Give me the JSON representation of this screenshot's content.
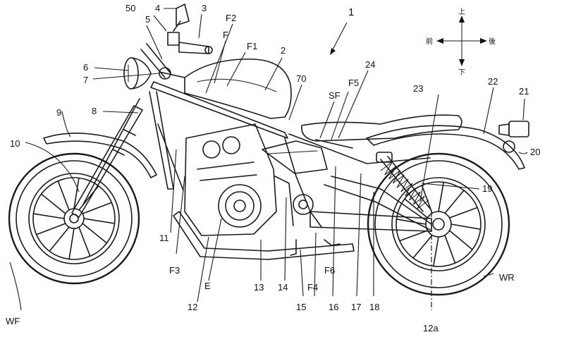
{
  "figure": {
    "compass": {
      "up": "上",
      "down": "下",
      "front": "前",
      "rear": "後"
    },
    "labels": [
      {
        "id": "lbl-1",
        "text": "1"
      },
      {
        "id": "lbl-2",
        "text": "2"
      },
      {
        "id": "lbl-3",
        "text": "3"
      },
      {
        "id": "lbl-4",
        "text": "4"
      },
      {
        "id": "lbl-5",
        "text": "5"
      },
      {
        "id": "lbl-6",
        "text": "6"
      },
      {
        "id": "lbl-7",
        "text": "7"
      },
      {
        "id": "lbl-8",
        "text": "8"
      },
      {
        "id": "lbl-9",
        "text": "9"
      },
      {
        "id": "lbl-10",
        "text": "10"
      },
      {
        "id": "lbl-11",
        "text": "11"
      },
      {
        "id": "lbl-12",
        "text": "12"
      },
      {
        "id": "lbl-12a",
        "text": "12a"
      },
      {
        "id": "lbl-13",
        "text": "13"
      },
      {
        "id": "lbl-14",
        "text": "14"
      },
      {
        "id": "lbl-15",
        "text": "15"
      },
      {
        "id": "lbl-16",
        "text": "16"
      },
      {
        "id": "lbl-17",
        "text": "17"
      },
      {
        "id": "lbl-18",
        "text": "18"
      },
      {
        "id": "lbl-19",
        "text": "19"
      },
      {
        "id": "lbl-20",
        "text": "20"
      },
      {
        "id": "lbl-21",
        "text": "21"
      },
      {
        "id": "lbl-22",
        "text": "22"
      },
      {
        "id": "lbl-23",
        "text": "23"
      },
      {
        "id": "lbl-24",
        "text": "24"
      },
      {
        "id": "lbl-50",
        "text": "50"
      },
      {
        "id": "lbl-70",
        "text": "70"
      },
      {
        "id": "lbl-F",
        "text": "F"
      },
      {
        "id": "lbl-F1",
        "text": "F1"
      },
      {
        "id": "lbl-F2",
        "text": "F2"
      },
      {
        "id": "lbl-F3",
        "text": "F3"
      },
      {
        "id": "lbl-F4",
        "text": "F4"
      },
      {
        "id": "lbl-F5",
        "text": "F5"
      },
      {
        "id": "lbl-F6",
        "text": "F6"
      },
      {
        "id": "lbl-SF",
        "text": "SF"
      },
      {
        "id": "lbl-E",
        "text": "E"
      },
      {
        "id": "lbl-WF",
        "text": "WF"
      },
      {
        "id": "lbl-WR",
        "text": "WR"
      }
    ]
  }
}
